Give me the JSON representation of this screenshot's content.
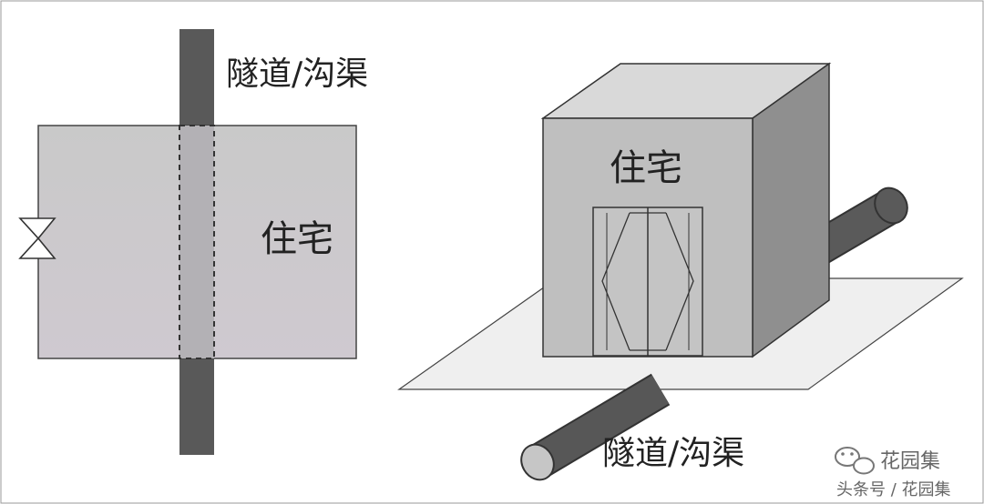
{
  "left_diagram": {
    "tunnel_label": "隧道/沟渠",
    "house_label": "住宅"
  },
  "right_diagram": {
    "house_label": "住宅",
    "tunnel_label": "隧道/沟渠"
  },
  "watermark": {
    "brand": "花园集",
    "source": "头条号 / 花园集"
  },
  "colors": {
    "tunnel": "#555555",
    "tunnel_light": "#bdbdbd",
    "house_plan": "#cac7cc",
    "house_front": "#bebebe",
    "house_top": "#d8d8d8",
    "house_side": "#8f8f8f",
    "ground": "#eeeeee",
    "outline": "#333333"
  }
}
